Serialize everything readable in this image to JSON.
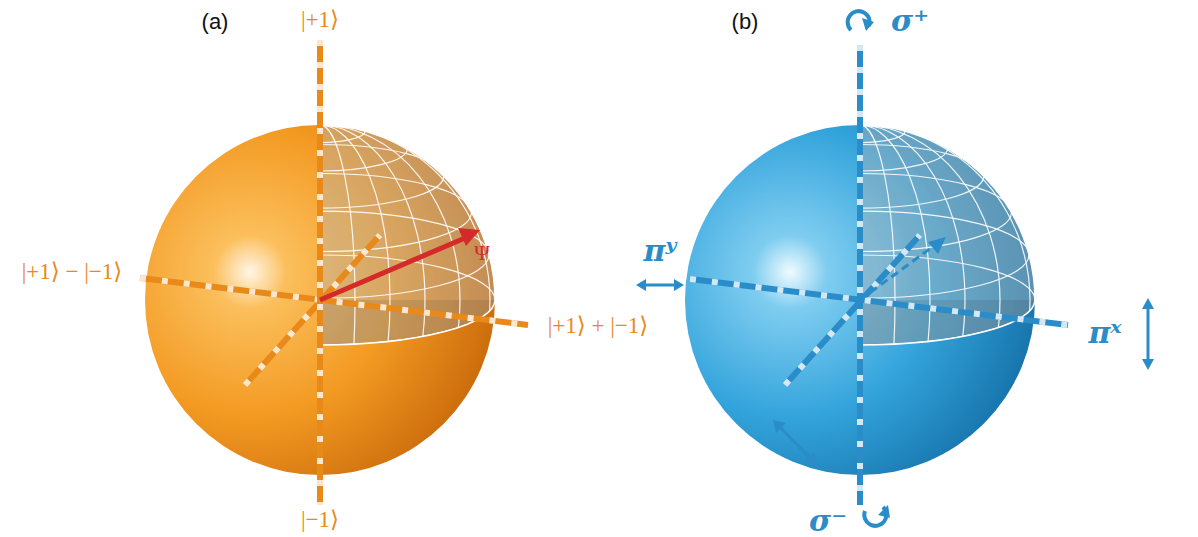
{
  "diagram": {
    "labels": [
      "(a)",
      "|+1⟩",
      "|+1⟩ − |−1⟩",
      "Ψ",
      "|+1⟩ + |−1⟩",
      "|−1⟩",
      "(b)",
      "σ⁺",
      "πʸ",
      "πˣ",
      "σ⁻"
    ]
  }
}
